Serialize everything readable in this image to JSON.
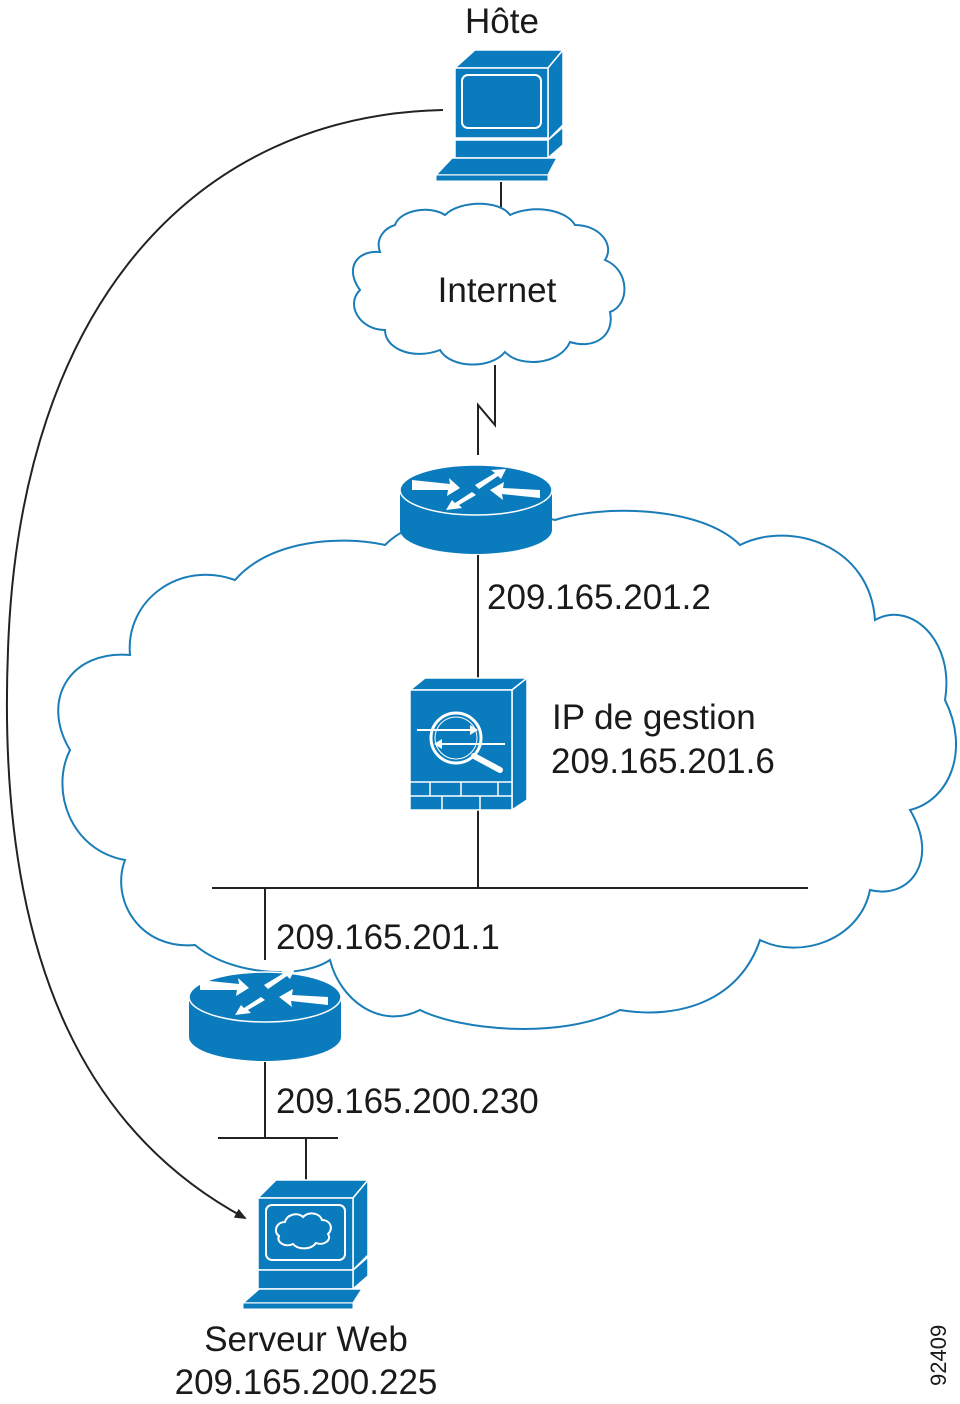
{
  "diagram": {
    "colors": {
      "device": "#0a7bbd",
      "cloud_stroke": "#1a7db8",
      "line": "#222222"
    },
    "nodes": {
      "host": {
        "label": "Hôte",
        "icon": "workstation-icon"
      },
      "internet": {
        "label": "Internet",
        "icon": "cloud-icon"
      },
      "outside_router": {
        "ip": "209.165.201.2",
        "icon": "router-icon"
      },
      "asa": {
        "label": "IP de gestion",
        "ip": "209.165.201.6",
        "icon": "firewall-icon"
      },
      "inside_router": {
        "ip_top": "209.165.201.1",
        "ip_bottom": "209.165.200.230",
        "icon": "router-icon"
      },
      "web_server": {
        "label": "Serveur Web",
        "ip": "209.165.200.225",
        "icon": "web-server-icon"
      }
    },
    "connections": [
      {
        "from": "host",
        "to": "internet",
        "type": "line"
      },
      {
        "from": "internet",
        "to": "outside_router",
        "type": "serial"
      },
      {
        "from": "outside_router",
        "to": "asa",
        "type": "line"
      },
      {
        "from": "asa",
        "to": "lan-segment",
        "type": "line"
      },
      {
        "from": "lan-segment",
        "to": "inside_router",
        "type": "line"
      },
      {
        "from": "inside_router",
        "to": "web_server",
        "type": "line"
      },
      {
        "from": "host",
        "to": "web_server",
        "type": "arrow"
      }
    ],
    "figure_number": "92409"
  }
}
